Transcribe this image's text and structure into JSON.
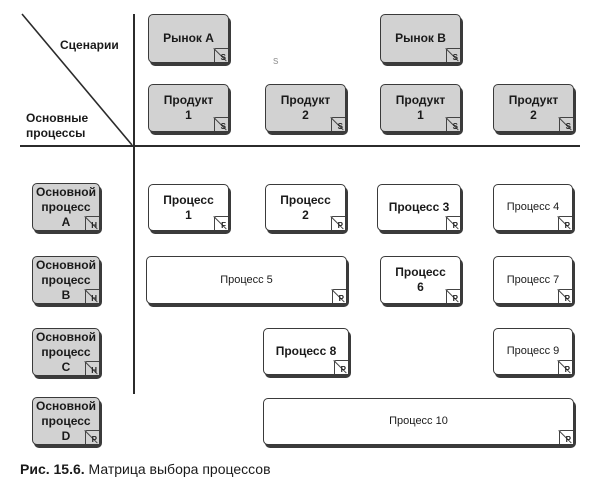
{
  "header": {
    "scenarios_label": "Сценарии",
    "processes_label": "Основные\nпроцессы"
  },
  "stray_mark": "s",
  "scenarios": [
    {
      "label": "Рынок A",
      "mark": "S"
    },
    {
      "label": "Рынок B",
      "mark": "S"
    }
  ],
  "products": [
    {
      "label": "Продукт 1",
      "mark": "S"
    },
    {
      "label": "Продукт 2",
      "mark": "S"
    },
    {
      "label": "Продукт 1",
      "mark": "S"
    },
    {
      "label": "Продукт 2",
      "mark": "S"
    }
  ],
  "core_processes": [
    {
      "label": "Основной процесс A",
      "mark": "H"
    },
    {
      "label": "Основной процесс B",
      "mark": "H"
    },
    {
      "label": "Основной процесс C",
      "mark": "H"
    },
    {
      "label": "Основной процесс D",
      "mark": "P"
    }
  ],
  "processes": [
    {
      "label": "Процесс 1",
      "mark": "F"
    },
    {
      "label": "Процесс 2",
      "mark": "P"
    },
    {
      "label": "Процесс 3",
      "mark": "P"
    },
    {
      "label": "Процесс 4",
      "mark": "P"
    },
    {
      "label": "Процесс 5",
      "mark": "P"
    },
    {
      "label": "Процесс 6",
      "mark": "P"
    },
    {
      "label": "Процесс 7",
      "mark": "P"
    },
    {
      "label": "Процесс 8",
      "mark": "P"
    },
    {
      "label": "Процесс 9",
      "mark": "P"
    },
    {
      "label": "Процесс 10",
      "mark": "P"
    }
  ],
  "caption": {
    "number": "Рис. 15.6.",
    "text": "Матрица выбора процессов"
  }
}
